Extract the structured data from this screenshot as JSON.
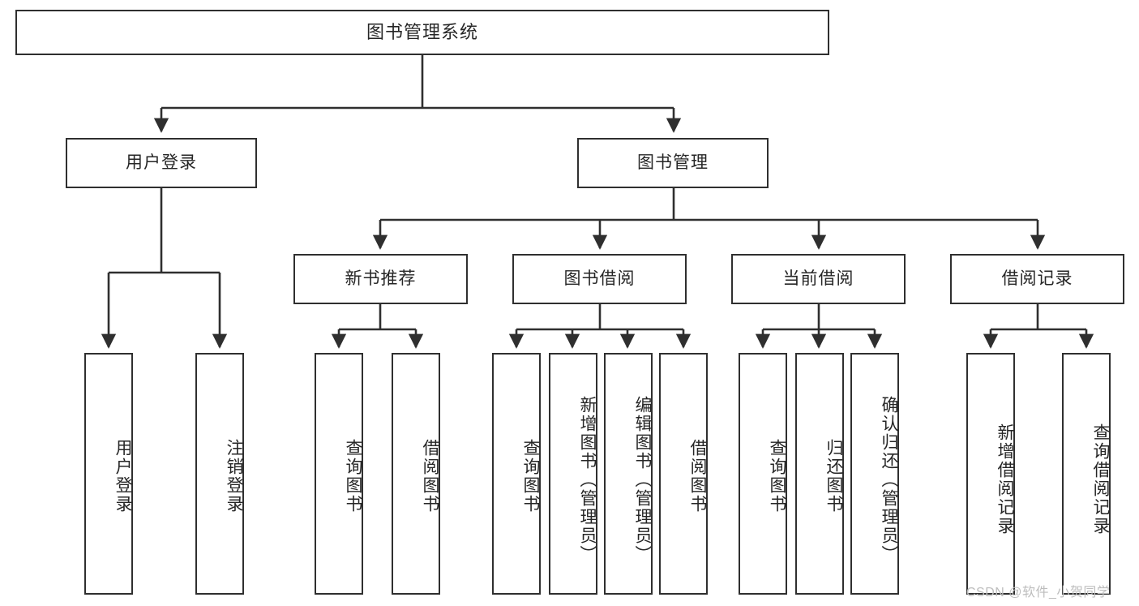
{
  "diagram": {
    "title": "图书管理系统",
    "watermark": "CSDN @软件_小贺同学",
    "line_color": "#2f2f2f",
    "text_color": "#262626",
    "background": "#ffffff",
    "levels": {
      "root": {
        "label": "图书管理系统"
      },
      "level2": [
        {
          "label": "用户登录"
        },
        {
          "label": "图书管理"
        }
      ],
      "level3": [
        {
          "label": "新书推荐"
        },
        {
          "label": "图书借阅"
        },
        {
          "label": "当前借阅"
        },
        {
          "label": "借阅记录"
        }
      ],
      "leaves": {
        "user_login": [
          {
            "label": "用户登录"
          },
          {
            "label": "注销登录"
          }
        ],
        "new_book_recommend": [
          {
            "label": "查询图书"
          },
          {
            "label": "借阅图书"
          }
        ],
        "book_borrow": [
          {
            "label": "查询图书"
          },
          {
            "label": "新增图书（管理员）"
          },
          {
            "label": "编辑图书（管理员）"
          },
          {
            "label": "借阅图书"
          }
        ],
        "current_borrow": [
          {
            "label": "查询图书"
          },
          {
            "label": "归还图书"
          },
          {
            "label": "确认归还（管理员）"
          }
        ],
        "borrow_record": [
          {
            "label": "新增借阅记录"
          },
          {
            "label": "查询借阅记录"
          }
        ]
      }
    }
  }
}
